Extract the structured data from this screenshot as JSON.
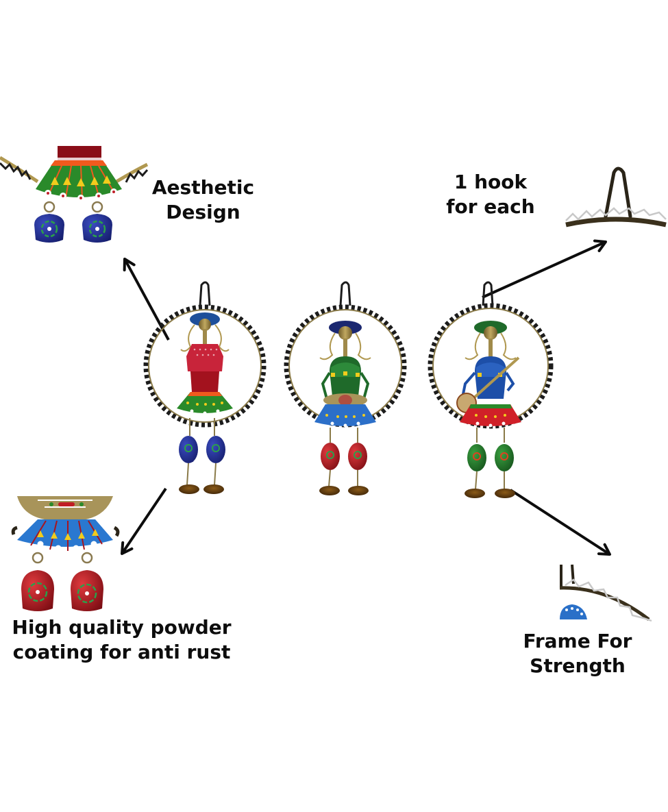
{
  "features": [
    {
      "id": "aesthetic",
      "lines": [
        "Aesthetic",
        "Design"
      ],
      "icon": "skirt-with-bells-detail"
    },
    {
      "id": "hook",
      "lines": [
        "1 hook",
        "for each"
      ],
      "icon": "hook-detail"
    },
    {
      "id": "powder",
      "lines": [
        "High quality powder",
        "coating for anti rust"
      ],
      "icon": "blue-skirt-red-bells-detail"
    },
    {
      "id": "frame",
      "lines": [
        "Frame For",
        "Strength"
      ],
      "icon": "frame-edge-detail"
    }
  ],
  "figurines": [
    {
      "name": "figurine-left",
      "instrument": "none",
      "hat": "#1e4f9a",
      "body": "#a3121e",
      "blouse": "#c8243a",
      "skirt": "#2a8a2a",
      "skirt_trim": "#f05a1e",
      "bells": "#1d2a8c",
      "bell_flower": "#2ba04a"
    },
    {
      "name": "figurine-middle",
      "instrument": "dholak-drum",
      "hat": "#1b2870",
      "body": "#1f6a2a",
      "blouse": "#2d8a3a",
      "skirt": "#2c6fc8",
      "skirt_trim": "#b02030",
      "bells": "#c01c24",
      "bell_flower": "#2ba04a"
    },
    {
      "name": "figurine-right",
      "instrument": "ektara-sitar",
      "hat": "#1f6a2a",
      "body": "#1d4fa8",
      "blouse": "#2b62c0",
      "skirt": "#d02028",
      "skirt_trim": "#2a8a2a",
      "bells": "#2a8a2a",
      "bell_flower": "#e04020"
    }
  ],
  "colors": {
    "text": "#0d0d0d",
    "arrow": "#0d0d0d",
    "frame_metal": "#2a2418",
    "brass": "#a08a4a",
    "background": "#ffffff"
  }
}
